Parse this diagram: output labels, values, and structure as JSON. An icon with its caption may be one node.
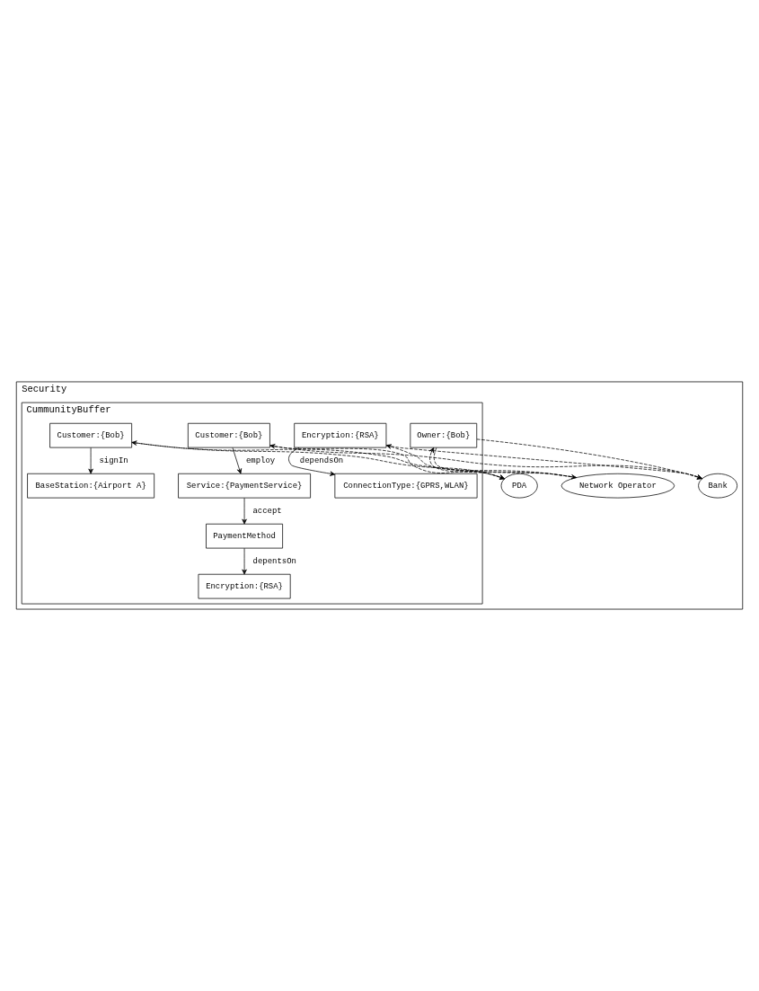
{
  "diagram": {
    "nodes": [
      {
        "text": [
          "Security"
        ]
      },
      {
        "text": [
          "CummunityBuffer"
        ],
        "in": 0
      },
      {
        "text": [
          "Bank"
        ],
        "in": 0
      },
      {
        "text": [
          "Customer:{Bob}"
        ],
        "in": 1
      },
      {
        "text": [
          "Service:{PaymentService}"
        ],
        "in": 1
      },
      {
        "text": [
          "PaymentMethod"
        ],
        "in": 1
      },
      {
        "text": [
          "Encryption:{RSA}"
        ],
        "in": 1
      },
      {
        "text": [
          "Network Operator"
        ],
        "in": 0
      },
      {
        "text": [
          "Customer:{Bob}"
        ],
        "in": 1
      },
      {
        "text": [
          "BaseStation:{Airport A}"
        ],
        "in": 1
      },
      {
        "text": [
          "Encryption:{RSA}"
        ],
        "in": 1
      },
      {
        "text": [
          "ConnectionType:{GPRS,WLAN}"
        ],
        "in": 1
      },
      {
        "text": [
          "PDA"
        ],
        "in": 0
      },
      {
        "text": [
          "Owner:{Bob}"
        ],
        "in": 1
      }
    ],
    "edges": [
      {
        "from": 2,
        "to": 3,
        "arrow": "to",
        "style": "dashed"
      },
      {
        "from": 3,
        "to": 4,
        "arrow": "to",
        "label": "employ"
      },
      {
        "from": 4,
        "to": 5,
        "arrow": "to",
        "label": "accept"
      },
      {
        "from": 5,
        "to": 6,
        "arrow": "to",
        "label": "depentsOn"
      },
      {
        "from": 3,
        "to": 12,
        "arrow": "to",
        "style": "dashed"
      },
      {
        "from": 7,
        "to": 8,
        "arrow": "to",
        "style": "dashed"
      },
      {
        "from": 8,
        "to": 9,
        "arrow": "to",
        "label": "signIn"
      },
      {
        "from": 8,
        "to": 12,
        "arrow": "to",
        "style": "dashed"
      },
      {
        "from": 7,
        "to": 10,
        "arrow": "to",
        "style": "dashed"
      },
      {
        "from": 10,
        "to": 2,
        "arrow": "to",
        "style": "dashed"
      },
      {
        "from": 10,
        "to": 11,
        "arrow": "to",
        "label": "dependsOn"
      },
      {
        "from": 13,
        "to": 2,
        "arrow": "to",
        "style": "dashed"
      },
      {
        "from": 13,
        "to": 7,
        "arrow": "to",
        "style": "dashed"
      },
      {
        "from": 12,
        "to": 13,
        "arrow": "to",
        "style": "dashed"
      }
    ]
  }
}
